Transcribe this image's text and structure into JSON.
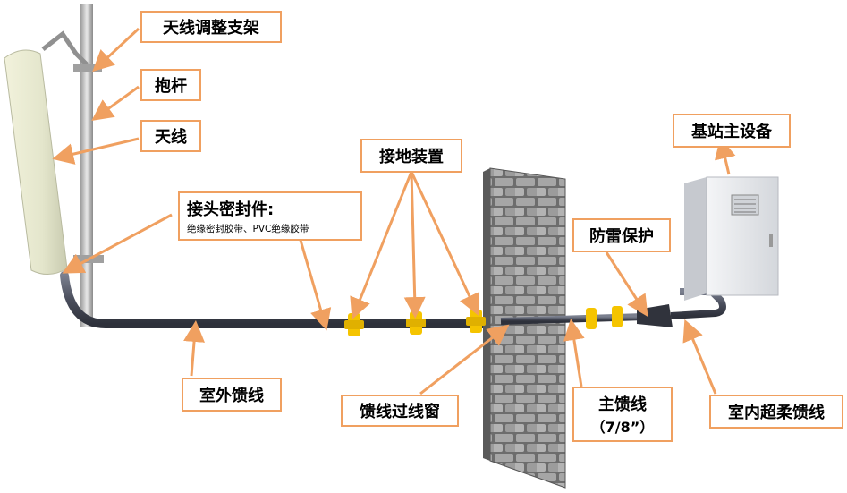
{
  "labels": {
    "antenna_bracket": "天线调整支架",
    "pole": "抱杆",
    "antenna": "天线",
    "connector_seal": "接头密封件:",
    "connector_seal_sub": "绝缘密封胶带、PVC绝缘胶带",
    "grounding": "接地装置",
    "bts": "基站主设备",
    "lightning": "防雷保护",
    "outdoor_feeder": "室外馈线",
    "feeder_window": "馈线过线窗",
    "main_feeder": "主馈线",
    "main_feeder_spec": "（7/8”）",
    "indoor_jumper": "室内超柔馈线"
  },
  "colors": {
    "arrow": "#f0a060",
    "label_border": "#f0a060",
    "cable": "#5a5f6e",
    "clamp": "#f5c400",
    "wall": "#8c8c8c",
    "cabinet": "#e8eaee"
  }
}
